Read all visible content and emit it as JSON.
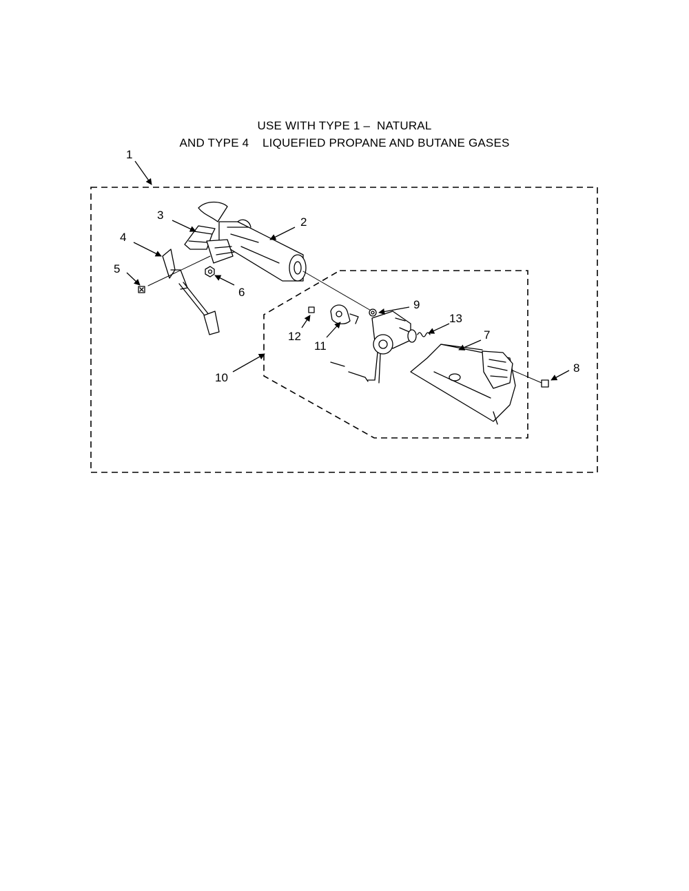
{
  "heading": {
    "line1": "USE WITH TYPE 1 –  NATURAL",
    "line2": "AND TYPE 4    LIQUEFIED PROPANE AND BUTANE GASES"
  },
  "callouts": [
    "1",
    "2",
    "3",
    "4",
    "5",
    "6",
    "7",
    "8",
    "9",
    "10",
    "11",
    "12",
    "13"
  ],
  "colors": {
    "ink": "#000000",
    "paper": "#ffffff"
  }
}
